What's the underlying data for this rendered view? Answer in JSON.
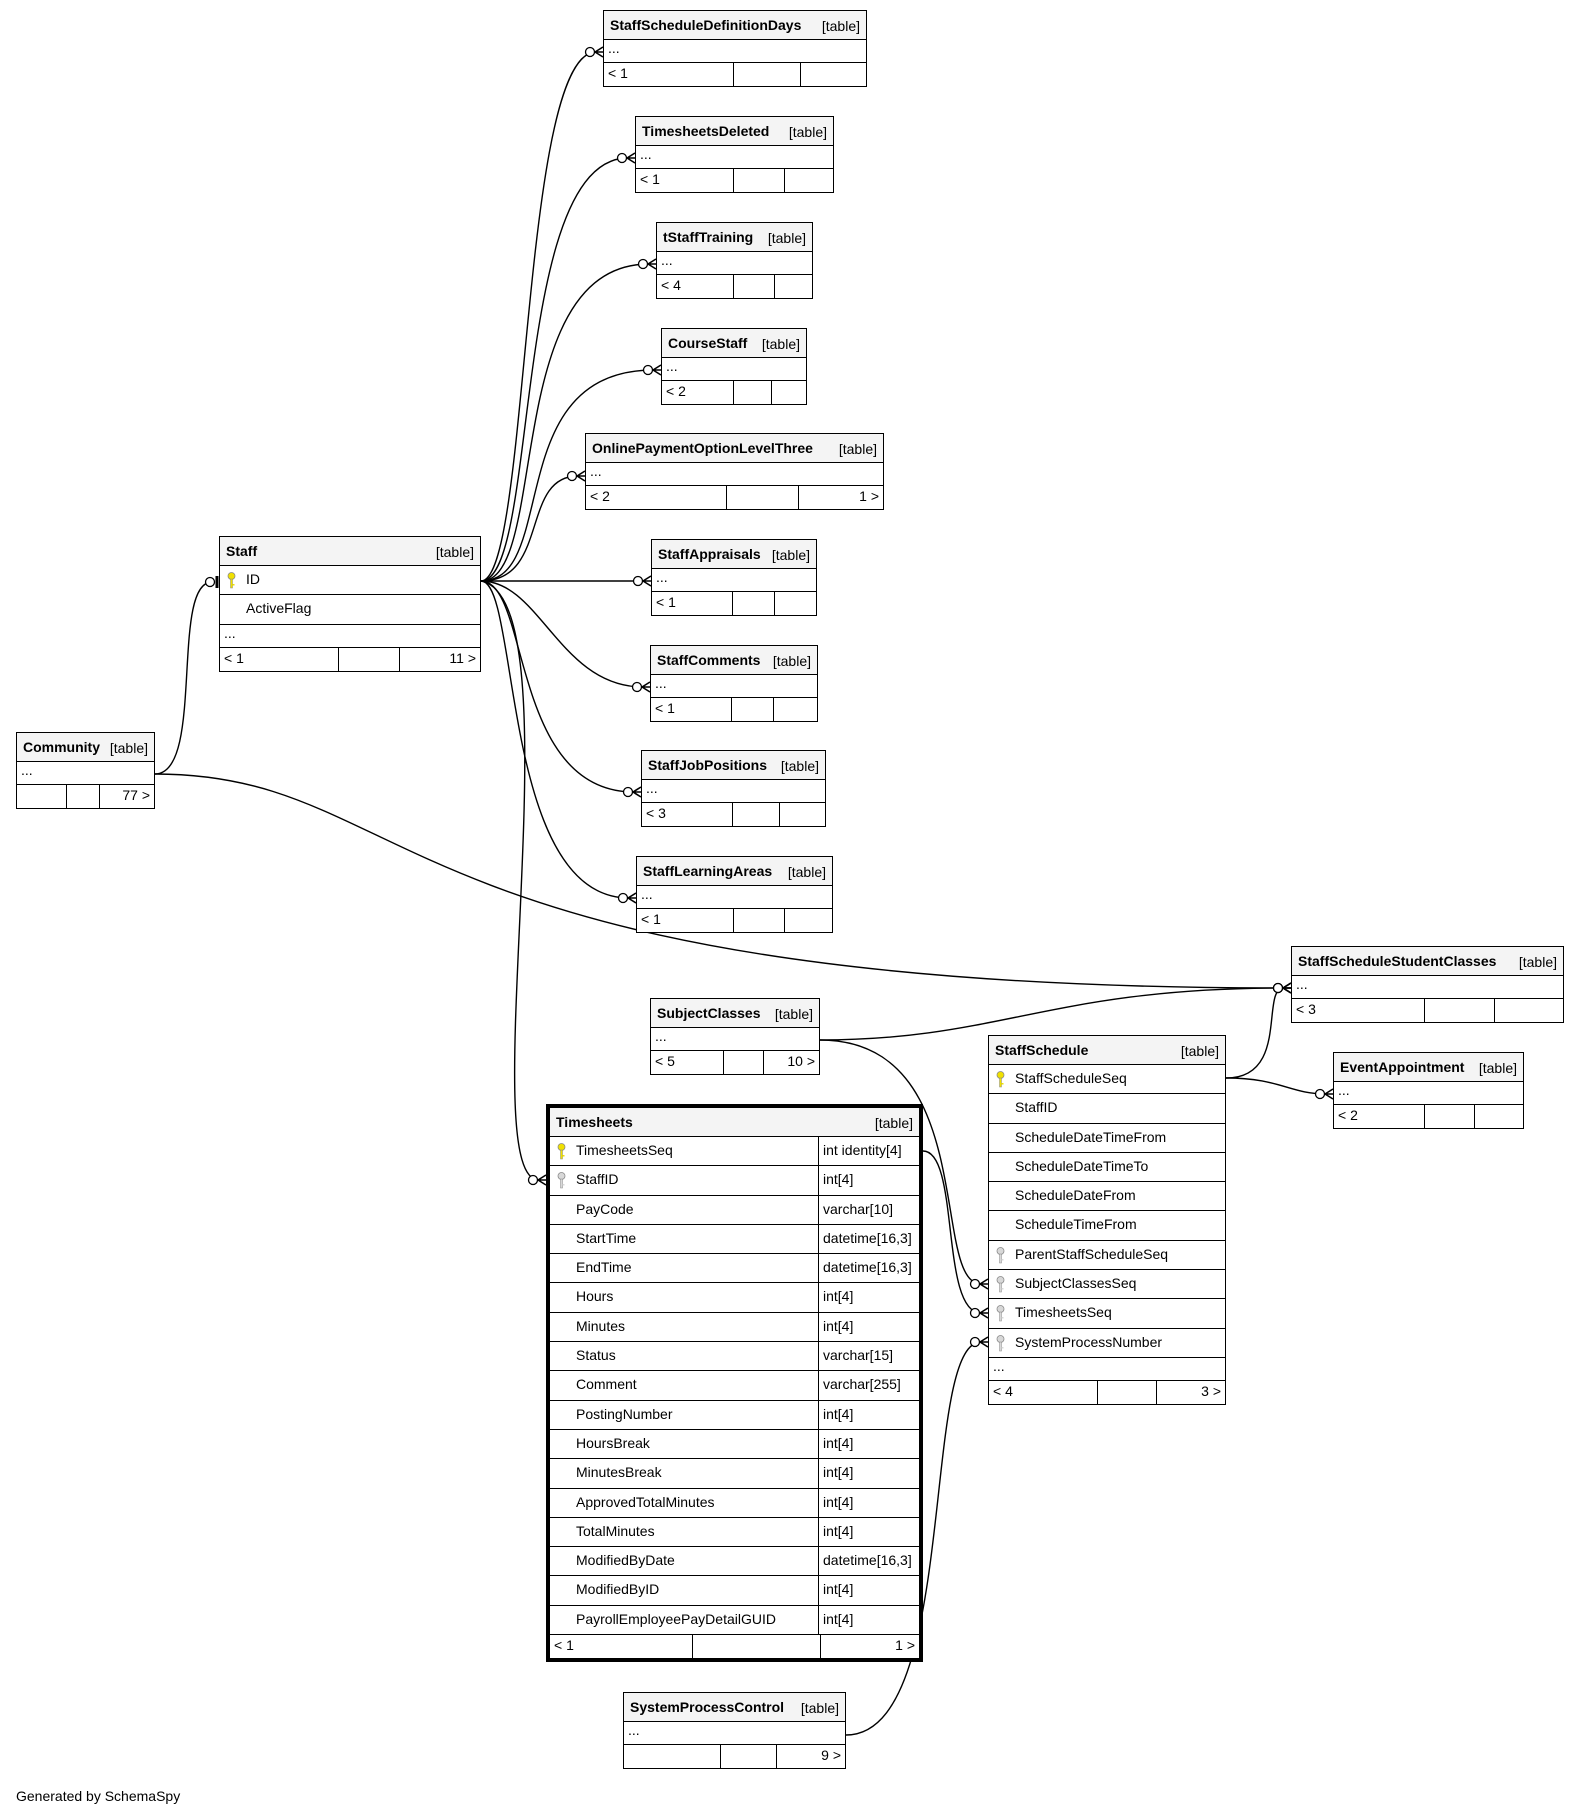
{
  "footer_text": "Generated by SchemaSpy",
  "tables": [
    {
      "id": "StaffScheduleDefinitionDays",
      "name": "StaffScheduleDefinitionDays",
      "type": "[table]",
      "ellipsis": "...",
      "footer": [
        "< 1",
        "",
        ""
      ]
    },
    {
      "id": "TimesheetsDeleted",
      "name": "TimesheetsDeleted",
      "type": "[table]",
      "ellipsis": "...",
      "footer": [
        "< 1",
        "",
        ""
      ]
    },
    {
      "id": "tStaffTraining",
      "name": "tStaffTraining",
      "type": "[table]",
      "ellipsis": "...",
      "footer": [
        "< 4",
        "",
        ""
      ]
    },
    {
      "id": "CourseStaff",
      "name": "CourseStaff",
      "type": "[table]",
      "ellipsis": "...",
      "footer": [
        "< 2",
        "",
        ""
      ]
    },
    {
      "id": "OnlinePaymentOptionLevelThree",
      "name": "OnlinePaymentOptionLevelThree",
      "type": "[table]",
      "ellipsis": "...",
      "footer": [
        "< 2",
        "",
        "1 >"
      ]
    },
    {
      "id": "Staff",
      "name": "Staff",
      "type": "[table]",
      "columns": [
        {
          "name": "ID",
          "key": "primary"
        },
        {
          "name": "ActiveFlag",
          "key": ""
        }
      ],
      "ellipsis": "...",
      "footer": [
        "< 1",
        "",
        "11 >"
      ]
    },
    {
      "id": "StaffAppraisals",
      "name": "StaffAppraisals",
      "type": "[table]",
      "ellipsis": "...",
      "footer": [
        "< 1",
        "",
        ""
      ]
    },
    {
      "id": "StaffComments",
      "name": "StaffComments",
      "type": "[table]",
      "ellipsis": "...",
      "footer": [
        "< 1",
        "",
        ""
      ]
    },
    {
      "id": "StaffJobPositions",
      "name": "StaffJobPositions",
      "type": "[table]",
      "ellipsis": "...",
      "footer": [
        "< 3",
        "",
        ""
      ]
    },
    {
      "id": "StaffLearningAreas",
      "name": "StaffLearningAreas",
      "type": "[table]",
      "ellipsis": "...",
      "footer": [
        "< 1",
        "",
        ""
      ]
    },
    {
      "id": "Community",
      "name": "Community",
      "type": "[table]",
      "ellipsis": "...",
      "footer": [
        "",
        "",
        "77 >"
      ]
    },
    {
      "id": "StaffScheduleStudentClasses",
      "name": "StaffScheduleStudentClasses",
      "type": "[table]",
      "ellipsis": "...",
      "footer": [
        "< 3",
        "",
        ""
      ]
    },
    {
      "id": "SubjectClasses",
      "name": "SubjectClasses",
      "type": "[table]",
      "ellipsis": "...",
      "footer": [
        "< 5",
        "",
        "10 >"
      ]
    },
    {
      "id": "StaffSchedule",
      "name": "StaffSchedule",
      "type": "[table]",
      "columns": [
        {
          "name": "StaffScheduleSeq",
          "key": "primary"
        },
        {
          "name": "StaffID",
          "key": ""
        },
        {
          "name": "ScheduleDateTimeFrom",
          "key": ""
        },
        {
          "name": "ScheduleDateTimeTo",
          "key": ""
        },
        {
          "name": "ScheduleDateFrom",
          "key": ""
        },
        {
          "name": "ScheduleTimeFrom",
          "key": ""
        },
        {
          "name": "ParentStaffScheduleSeq",
          "key": "foreign"
        },
        {
          "name": "SubjectClassesSeq",
          "key": "foreign"
        },
        {
          "name": "TimesheetsSeq",
          "key": "foreign"
        },
        {
          "name": "SystemProcessNumber",
          "key": "foreign"
        }
      ],
      "ellipsis": "...",
      "footer": [
        "< 4",
        "",
        "3 >"
      ]
    },
    {
      "id": "EventAppointment",
      "name": "EventAppointment",
      "type": "[table]",
      "ellipsis": "...",
      "footer": [
        "< 2",
        "",
        ""
      ]
    },
    {
      "id": "Timesheets",
      "name": "Timesheets",
      "type": "[table]",
      "columns": [
        {
          "name": "TimesheetsSeq",
          "type": "int identity[4]",
          "key": "primary"
        },
        {
          "name": "StaffID",
          "type": "int[4]",
          "key": "foreign"
        },
        {
          "name": "PayCode",
          "type": "varchar[10]",
          "key": ""
        },
        {
          "name": "StartTime",
          "type": "datetime[16,3]",
          "key": ""
        },
        {
          "name": "EndTime",
          "type": "datetime[16,3]",
          "key": ""
        },
        {
          "name": "Hours",
          "type": "int[4]",
          "key": ""
        },
        {
          "name": "Minutes",
          "type": "int[4]",
          "key": ""
        },
        {
          "name": "Status",
          "type": "varchar[15]",
          "key": ""
        },
        {
          "name": "Comment",
          "type": "varchar[255]",
          "key": ""
        },
        {
          "name": "PostingNumber",
          "type": "int[4]",
          "key": ""
        },
        {
          "name": "HoursBreak",
          "type": "int[4]",
          "key": ""
        },
        {
          "name": "MinutesBreak",
          "type": "int[4]",
          "key": ""
        },
        {
          "name": "ApprovedTotalMinutes",
          "type": "int[4]",
          "key": ""
        },
        {
          "name": "TotalMinutes",
          "type": "int[4]",
          "key": ""
        },
        {
          "name": "ModifiedByDate",
          "type": "datetime[16,3]",
          "key": ""
        },
        {
          "name": "ModifiedByID",
          "type": "int[4]",
          "key": ""
        },
        {
          "name": "PayrollEmployeePayDetailGUID",
          "type": "int[4]",
          "key": ""
        }
      ],
      "footer": [
        "< 1",
        "",
        "1 >"
      ]
    },
    {
      "id": "SystemProcessControl",
      "name": "SystemProcessControl",
      "type": "[table]",
      "ellipsis": "...",
      "footer": [
        "",
        "",
        "9 >"
      ]
    }
  ],
  "relationships": [
    {
      "from": "Staff.ID",
      "to": "StaffScheduleDefinitionDays"
    },
    {
      "from": "Staff.ID",
      "to": "TimesheetsDeleted"
    },
    {
      "from": "Staff.ID",
      "to": "tStaffTraining"
    },
    {
      "from": "Staff.ID",
      "to": "CourseStaff"
    },
    {
      "from": "Staff.ID",
      "to": "OnlinePaymentOptionLevelThree"
    },
    {
      "from": "Staff.ID",
      "to": "StaffAppraisals"
    },
    {
      "from": "Staff.ID",
      "to": "StaffComments"
    },
    {
      "from": "Staff.ID",
      "to": "StaffJobPositions"
    },
    {
      "from": "Staff.ID",
      "to": "StaffLearningAreas"
    },
    {
      "from": "Staff.ID",
      "to": "Timesheets.StaffID"
    },
    {
      "from": "Community",
      "to": "Staff.ID"
    },
    {
      "from": "Community",
      "to": "StaffScheduleStudentClasses"
    },
    {
      "from": "SubjectClasses",
      "to": "StaffScheduleStudentClasses"
    },
    {
      "from": "SubjectClasses",
      "to": "StaffSchedule.SubjectClassesSeq"
    },
    {
      "from": "StaffSchedule.StaffScheduleSeq",
      "to": "StaffScheduleStudentClasses"
    },
    {
      "from": "StaffSchedule.StaffScheduleSeq",
      "to": "EventAppointment"
    },
    {
      "from": "Timesheets.TimesheetsSeq",
      "to": "StaffSchedule.TimesheetsSeq"
    },
    {
      "from": "SystemProcessControl",
      "to": "StaffSchedule.SystemProcessNumber"
    }
  ]
}
